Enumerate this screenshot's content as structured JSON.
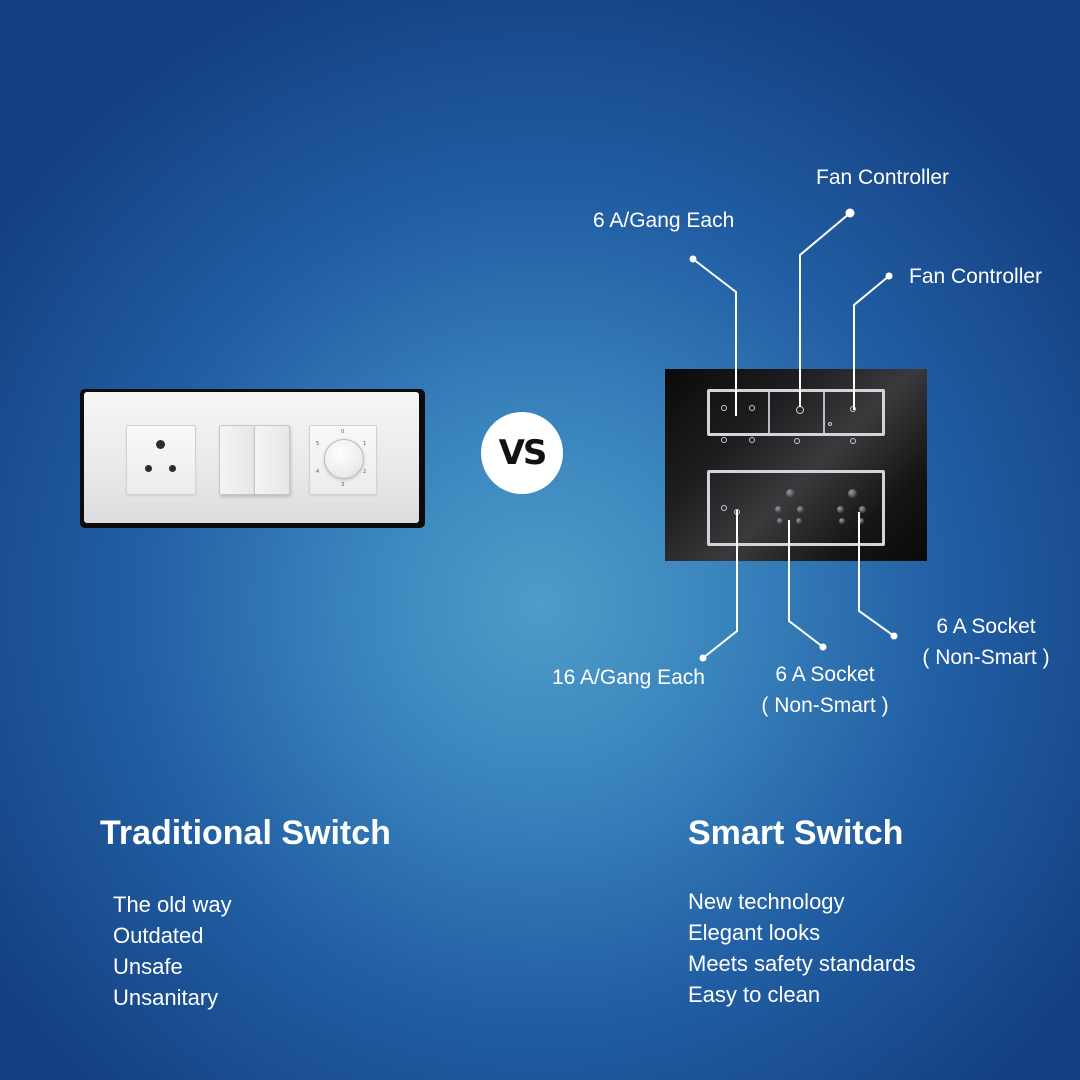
{
  "vs_badge": "VS",
  "callouts": {
    "top_left": "6 A/Gang Each",
    "top_center": "Fan Controller",
    "top_right": "Fan Controller",
    "bottom_left": "16 A/Gang Each",
    "bottom_center_line1": "6 A Socket",
    "bottom_center_line2": "( Non-Smart )",
    "bottom_right_line1": "6 A Socket",
    "bottom_right_line2": "( Non-Smart )"
  },
  "traditional": {
    "title": "Traditional Switch",
    "points": [
      "The old way",
      "Outdated",
      "Unsafe",
      "Unsanitary"
    ]
  },
  "smart": {
    "title": "Smart Switch",
    "points": [
      "New technology",
      "Elegant looks",
      "Meets safety standards",
      "Easy to clean"
    ]
  },
  "dial_numbers": [
    "0",
    "1",
    "2",
    "3",
    "4",
    "5"
  ],
  "colors": {
    "background_center": "#4e9cc9",
    "background_edge": "#133f80",
    "text": "#ffffff",
    "badge": "#ffffff"
  }
}
